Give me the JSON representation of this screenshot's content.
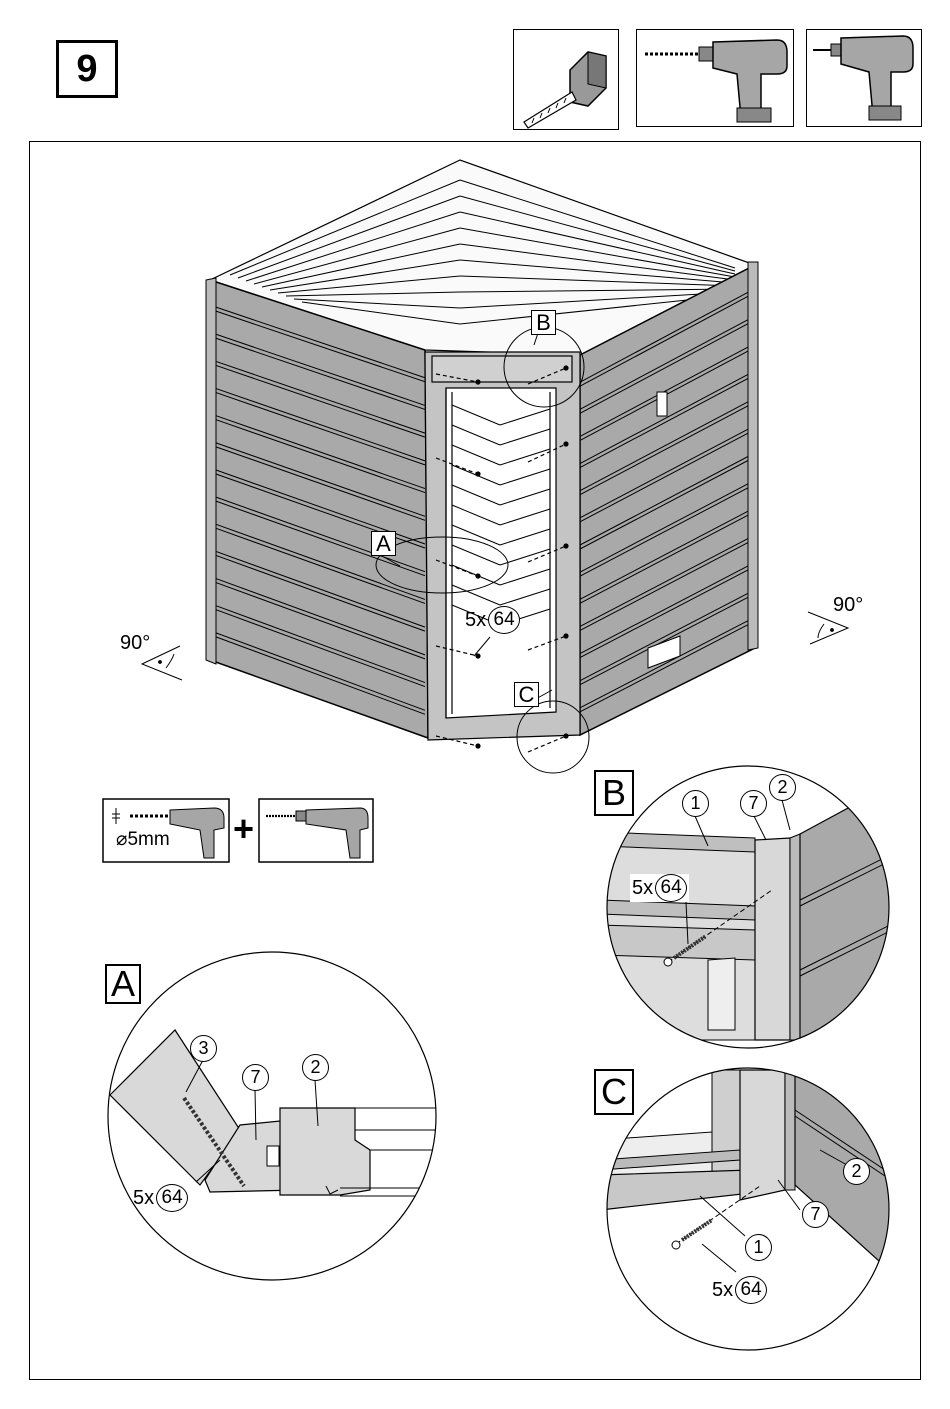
{
  "step": {
    "number": "9"
  },
  "tools": {
    "tape_measure_icon": "tape-measure-icon",
    "drill_icon": "drill-icon",
    "screwdriver_icon": "screwdriver-icon"
  },
  "angles": {
    "left": "90°",
    "right": "90°"
  },
  "callouts": {
    "a": "A",
    "b": "B",
    "c": "C"
  },
  "main_quantity": {
    "count": "5x",
    "part": "64"
  },
  "drill_note": {
    "diameter": "⌀5mm",
    "plus": "+"
  },
  "detail_a": {
    "title": "A",
    "parts": [
      "3",
      "7",
      "2"
    ],
    "quantity": {
      "count": "5x",
      "part": "64"
    }
  },
  "detail_b": {
    "title": "B",
    "parts": [
      "1",
      "7",
      "2"
    ],
    "quantity": {
      "count": "5x",
      "part": "64"
    }
  },
  "detail_c": {
    "title": "C",
    "parts": [
      "2",
      "7",
      "1"
    ],
    "quantity": {
      "count": "5x",
      "part": "64"
    }
  },
  "colors": {
    "panel": "#a9a9a9",
    "panel_dark": "#8f8f8f",
    "line": "#000000",
    "wood": "#d9d9d9"
  }
}
